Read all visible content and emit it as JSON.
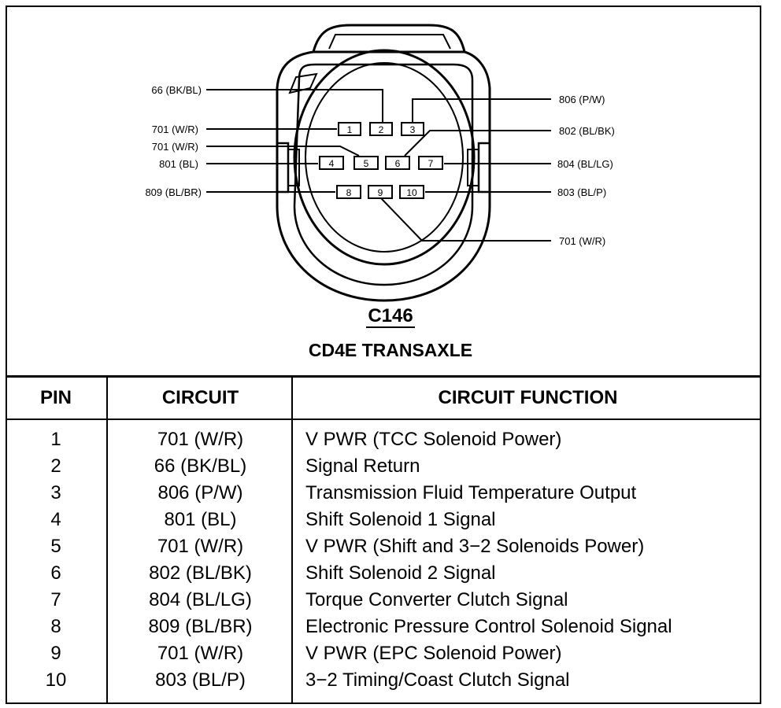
{
  "connector": {
    "id": "C146",
    "name": "CD4E TRANSAXLE",
    "pins": [
      "1",
      "2",
      "3",
      "4",
      "5",
      "6",
      "7",
      "8",
      "9",
      "10"
    ],
    "left_callouts": [
      "66 (BK/BL)",
      "701 (W/R)",
      "701  (W/R)",
      "801 (BL)",
      "809 (BL/BR)"
    ],
    "right_callouts": [
      "806 (P/W)",
      "802 (BL/BK)",
      "804 (BL/LG)",
      "803 (BL/P)",
      "701 (W/R)"
    ]
  },
  "table": {
    "headers": {
      "pin": "PIN",
      "circuit": "CIRCUIT",
      "function": "CIRCUIT FUNCTION"
    },
    "rows": [
      {
        "pin": "1",
        "circuit": "701 (W/R)",
        "function": "V PWR (TCC Solenoid Power)"
      },
      {
        "pin": "2",
        "circuit": "66 (BK/BL)",
        "function": "Signal Return"
      },
      {
        "pin": "3",
        "circuit": "806 (P/W)",
        "function": "Transmission Fluid Temperature Output"
      },
      {
        "pin": "4",
        "circuit": "801 (BL)",
        "function": "Shift Solenoid 1 Signal"
      },
      {
        "pin": "5",
        "circuit": "701 (W/R)",
        "function": "V PWR (Shift and 3−2 Solenoids Power)"
      },
      {
        "pin": "6",
        "circuit": "802 (BL/BK)",
        "function": "Shift Solenoid 2 Signal"
      },
      {
        "pin": "7",
        "circuit": "804 (BL/LG)",
        "function": "Torque Converter Clutch Signal"
      },
      {
        "pin": "8",
        "circuit": "809 (BL/BR)",
        "function": "Electronic Pressure Control Solenoid Signal"
      },
      {
        "pin": "9",
        "circuit": "701 (W/R)",
        "function": "V PWR (EPC Solenoid Power)"
      },
      {
        "pin": "10",
        "circuit": "803 (BL/P)",
        "function": "3−2 Timing/Coast Clutch Signal"
      }
    ]
  }
}
